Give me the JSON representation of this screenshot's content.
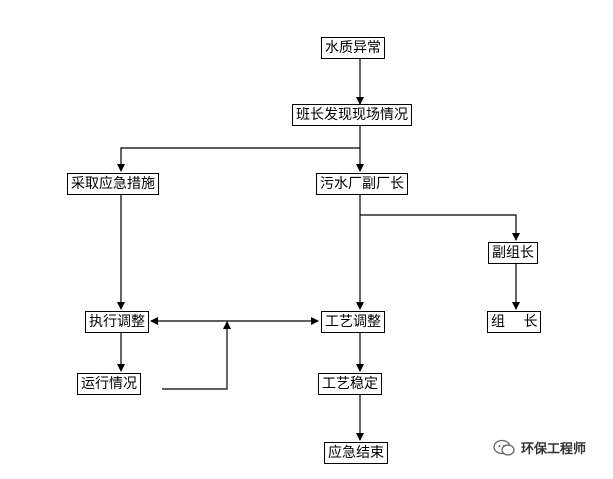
{
  "nodes": {
    "water_abnormal": "水质异常",
    "monitor_finds": "班长发现现场情况",
    "emergency_measures": "采取应急措施",
    "deputy_director": "污水厂副厂长",
    "deputy_team_leader": "副组长",
    "execute_adjust": "执行调整",
    "process_adjust": "工艺调整",
    "team_leader": "组　 长",
    "operation_status": "运行情况",
    "process_stable": "工艺稳定",
    "emergency_end": "应急结束"
  },
  "watermark": {
    "text": "环保工程师",
    "icon": "wechat-icon"
  }
}
